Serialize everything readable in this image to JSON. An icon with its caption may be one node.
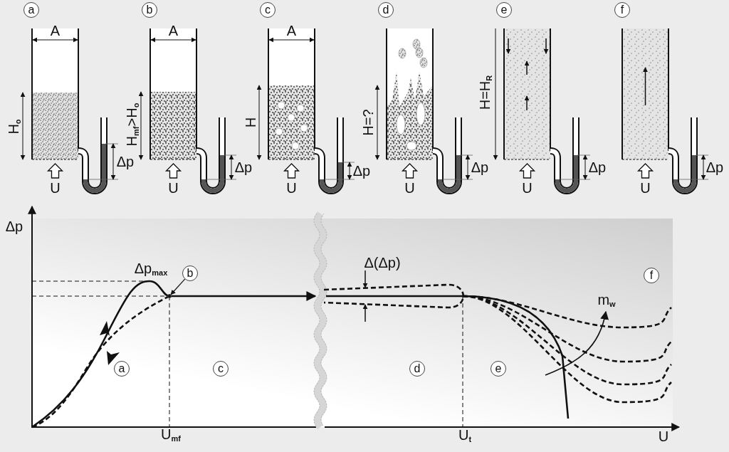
{
  "diagram": {
    "nodes": [
      {
        "text": [
          "a"
        ]
      },
      {
        "text": [
          "b"
        ]
      },
      {
        "text": [
          "c"
        ]
      },
      {
        "text": [
          "d"
        ]
      },
      {
        "text": [
          "e"
        ]
      },
      {
        "text": [
          "f"
        ]
      },
      {
        "text": [
          "b"
        ]
      },
      {
        "text": [
          "f"
        ]
      },
      {
        "text": [
          "a"
        ]
      },
      {
        "text": [
          "c"
        ]
      },
      {
        "text": [
          "d"
        ]
      },
      {
        "text": [
          "e"
        ]
      },
      {
        "text": [],
        "shape": "circle"
      }
    ],
    "edges": [
      {
        "from": 6,
        "to": 12,
        "arrow": "to"
      }
    ],
    "labels": [
      "A",
      "H$_{o}$",
      "Δp",
      "U",
      "A",
      "H$_{mf}$>H$_{o}$",
      "Δp",
      "U",
      "A",
      "H",
      "Δp",
      "U",
      "H=?",
      "Δp",
      "U",
      "H=H$_{R}$",
      "Δp",
      "U",
      "Δp",
      "U",
      "Δp",
      "Δp$_{max}$",
      "Δ(Δp)",
      "m$_{w}$",
      "U$_{mf}$",
      "U$_{t}$",
      "U"
    ]
  }
}
